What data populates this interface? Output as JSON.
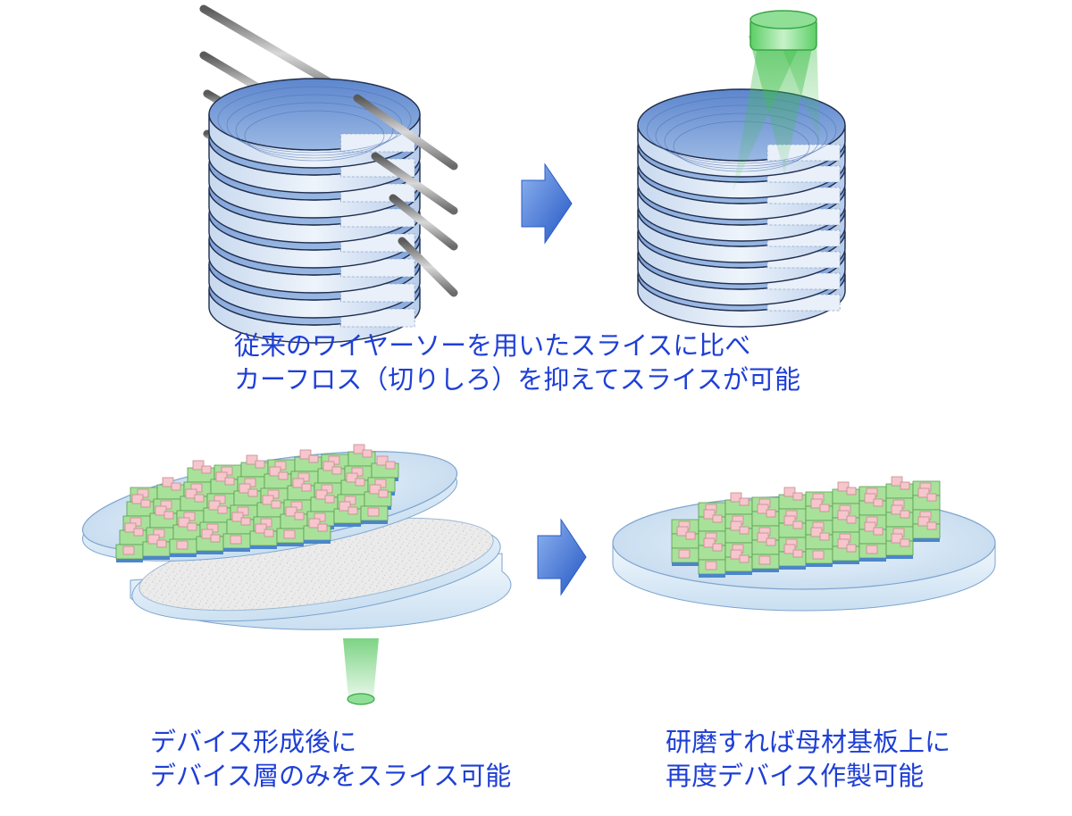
{
  "captions": {
    "top": {
      "line1": "従来のワイヤーソーを用いたスライスに比べ",
      "line2": "カーフロス（切りしろ）を抑えてスライスが可能"
    },
    "bottom_left": {
      "line1": "デバイス形成後に",
      "line2": "デバイス層のみをスライス可能"
    },
    "bottom_right": {
      "line1": "研磨すれば母材基板上に",
      "line2": "再度デバイス作製可能"
    }
  },
  "colors": {
    "wafer_blue": "#6f94d2",
    "wafer_edge": "#1f2d4d",
    "wafer_light": "#dbe9f5",
    "arrow_blue": "#3d72d8",
    "laser_green": "#3fbf4a",
    "caption_blue": "#1e3fd6",
    "device_green": "#a8e29a",
    "device_pink": "#f6c6cc",
    "wire_gray": "#8a8a8a"
  },
  "icons": {
    "process_arrow": "right-block-arrow-icon"
  }
}
